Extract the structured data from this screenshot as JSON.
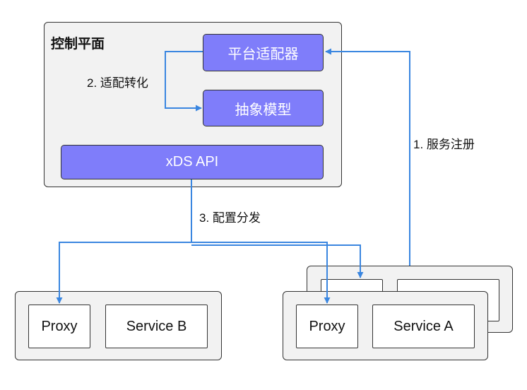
{
  "control_plane": {
    "title": "控制平面",
    "platform_adapter": "平台适配器",
    "abstract_model": "抽象模型",
    "xds_api": "xDS API"
  },
  "steps": {
    "service_registration": "1. 服务注册",
    "adapt_convert": "2. 适配转化",
    "config_distribution": "3. 配置分发"
  },
  "left_group": {
    "proxy": "Proxy",
    "service": "Service B"
  },
  "right_group": {
    "proxy": "Proxy",
    "service": "Service A"
  },
  "colors": {
    "accent": "#7f7dfa",
    "arrow": "#3a86e0",
    "panel": "#f2f2f2"
  }
}
